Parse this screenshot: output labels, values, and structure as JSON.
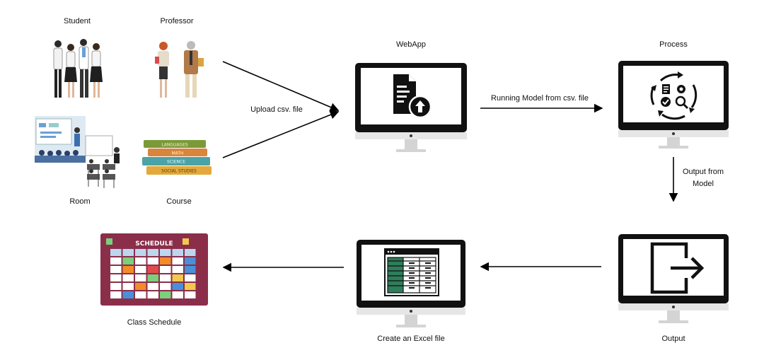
{
  "inputs": {
    "student": "Student",
    "professor": "Professor",
    "room": "Room",
    "course": "Course",
    "course_books": [
      "LANGUAGES",
      "MATH",
      "SCIENCE",
      "SOCIAL STUDIES"
    ]
  },
  "nodes": {
    "webapp": "WebApp",
    "process": "Process",
    "output": "Output",
    "excel": "Create an Excel file",
    "schedule": "Class Schedule",
    "schedule_board_title": "SCHEDULE"
  },
  "edges": {
    "upload": "Upload csv. file",
    "running": "Running Model from csv. file",
    "output_from_model": "Output from Model"
  },
  "colors": {
    "monitor_frame": "#111111",
    "screen": "#ffffff",
    "stand": "#e6e6e6",
    "schedule_board": "#8b2e4a",
    "excel_header": "#2e7d5b",
    "arrow": "#000000"
  }
}
